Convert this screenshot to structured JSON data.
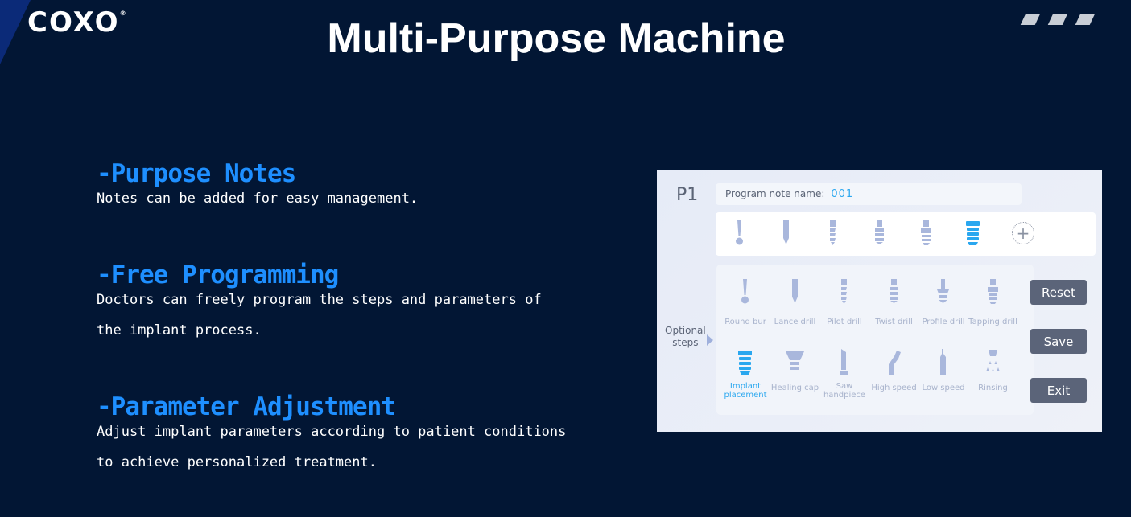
{
  "header": {
    "logo": "coxo",
    "registered": "®",
    "title": "Multi-Purpose Machine"
  },
  "sections": [
    {
      "heading": "-Purpose Notes",
      "lines": [
        "Notes can be added for easy management."
      ]
    },
    {
      "heading": "-Free Programming",
      "lines": [
        "Doctors can freely program the steps and parameters of",
        "the implant process."
      ]
    },
    {
      "heading": "-Parameter Adjustment",
      "lines": [
        "Adjust implant parameters according to patient conditions",
        "to achieve personalized treatment."
      ]
    }
  ],
  "panel": {
    "program": "P1",
    "name_label": "Program note name:",
    "name_value": "001",
    "sequence_icons": [
      "round-bur",
      "lance-drill",
      "pilot-drill",
      "twist-drill",
      "tapping-drill",
      "implant"
    ],
    "add_symbol": "+",
    "optional_label_1": "Optional",
    "optional_label_2": "steps",
    "steps": [
      {
        "label": "Round bur",
        "icon": "round-bur"
      },
      {
        "label": "Lance drill",
        "icon": "lance-drill"
      },
      {
        "label": "Pilot drill",
        "icon": "pilot-drill"
      },
      {
        "label": "Twist drill",
        "icon": "twist-drill"
      },
      {
        "label": "Profile drill",
        "icon": "profile-drill"
      },
      {
        "label": "Tapping drill",
        "icon": "tapping-drill"
      },
      {
        "label": "Implant placement",
        "icon": "implant",
        "active": true
      },
      {
        "label": "Healing cap",
        "icon": "healing-cap"
      },
      {
        "label": "Saw handpiece",
        "icon": "saw"
      },
      {
        "label": "High speed",
        "icon": "high-speed"
      },
      {
        "label": "Low speed",
        "icon": "low-speed"
      },
      {
        "label": "Rinsing",
        "icon": "rinsing"
      }
    ],
    "buttons": {
      "reset": "Reset",
      "save": "Save",
      "exit": "Exit"
    },
    "colors": {
      "icon": "#a9b7dc",
      "active": "#2aa7ef",
      "button": "#5b6479"
    }
  }
}
